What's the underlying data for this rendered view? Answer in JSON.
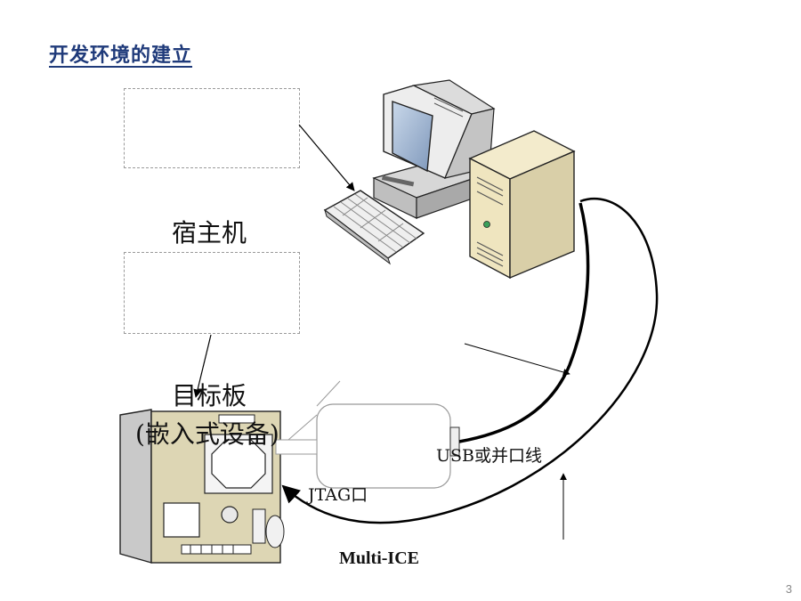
{
  "title": "开发环境的建立",
  "labels": {
    "host": "宿主机",
    "target": "目标板",
    "target_sub": "(嵌入式设备)",
    "usb": "USB或并口线",
    "jtag": "JTAG口",
    "multi_ice": "Multi-ICE"
  },
  "page_number": "3",
  "colors": {
    "title": "#1f3a7a",
    "board": "#ddd6b4",
    "case": "#f0e7c4",
    "monitor_shell": "#e9e9e9",
    "screen": "#9fb6d4"
  }
}
